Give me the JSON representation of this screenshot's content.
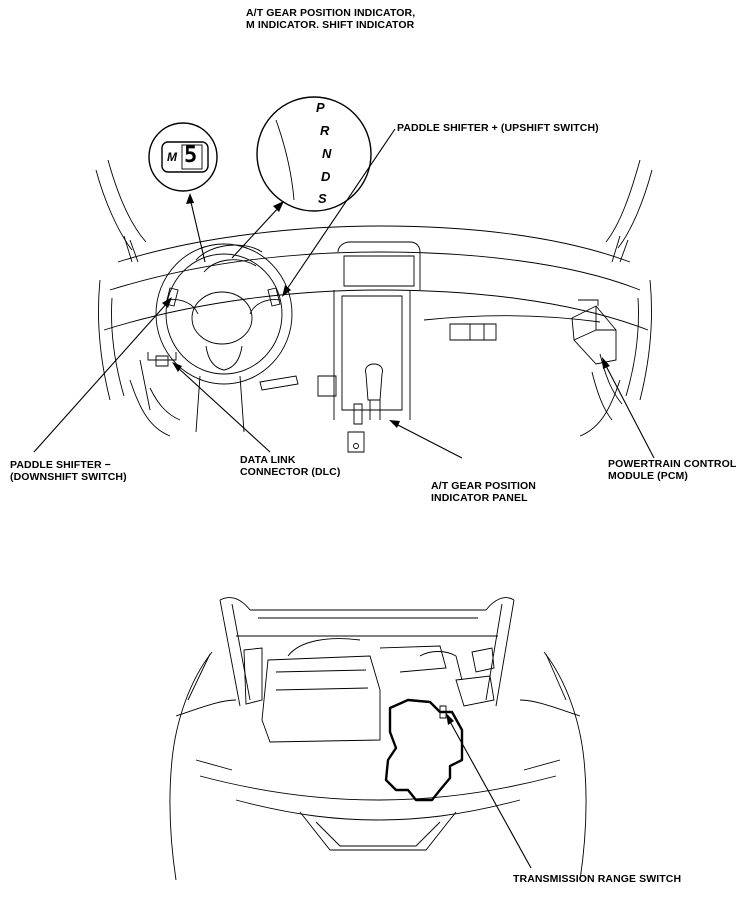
{
  "title": {
    "line1": "A/T GEAR POSITION INDICATOR,",
    "line2": "M INDICATOR. SHIFT INDICATOR"
  },
  "labels": {
    "paddle_up": "PADDLE SHIFTER + (UPSHIFT SWITCH)",
    "paddle_down_1": "PADDLE SHIFTER −",
    "paddle_down_2": "(DOWNSHIFT SWITCH)",
    "dlc_1": "DATA LINK",
    "dlc_2": "CONNECTOR (DLC)",
    "gear_panel_1": "A/T GEAR POSITION",
    "gear_panel_2": "INDICATOR PANEL",
    "pcm_1": "POWERTRAIN CONTROL",
    "pcm_2": "MODULE (PCM)",
    "trs": "TRANSMISSION RANGE SWITCH"
  },
  "m_indicator": {
    "letter": "M",
    "digit": "5"
  },
  "gear_letters": [
    "P",
    "R",
    "N",
    "D",
    "S"
  ]
}
